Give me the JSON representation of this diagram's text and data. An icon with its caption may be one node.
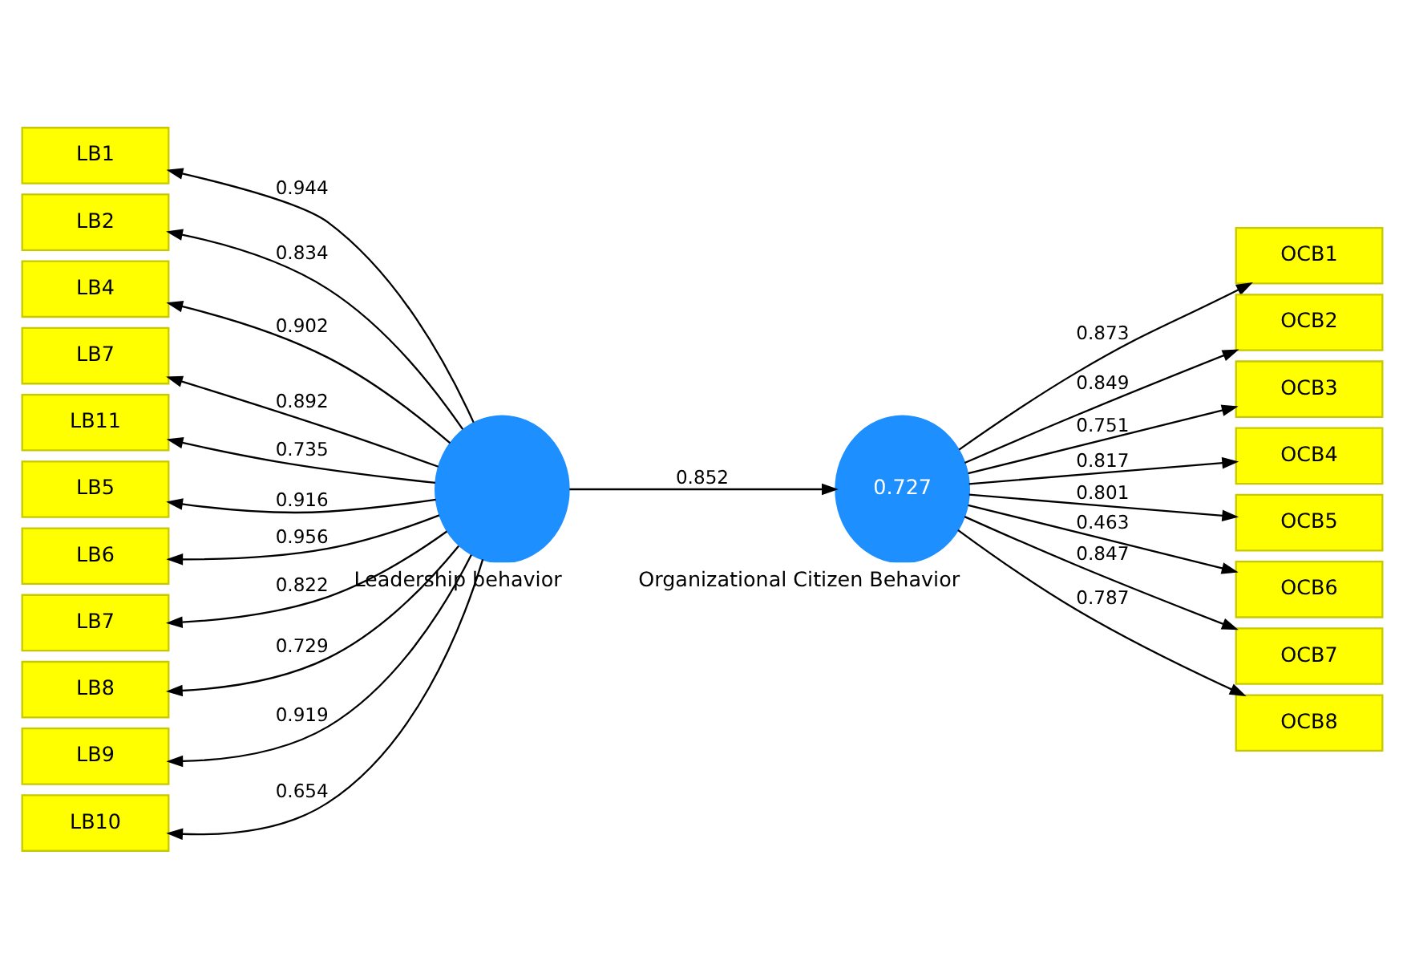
{
  "diagram": {
    "nodes": [
      {
        "text": [
          "Leadership behavior"
        ]
      },
      {
        "text": [
          "LB1"
        ]
      },
      {
        "text": [
          "LB2"
        ]
      },
      {
        "text": [
          "LB4"
        ]
      },
      {
        "text": [
          "LB7"
        ]
      },
      {
        "text": [
          "LB11"
        ]
      },
      {
        "text": [
          "LB5"
        ]
      },
      {
        "text": [
          "LB6"
        ]
      },
      {
        "text": [
          "LB7"
        ]
      },
      {
        "text": [
          "LB8"
        ]
      },
      {
        "text": [
          "LB9"
        ]
      },
      {
        "text": [
          "LB10"
        ]
      },
      {
        "text": [
          "0.727",
          "Organizational Citizen Behavior"
        ]
      },
      {
        "text": [
          "OCB1"
        ]
      },
      {
        "text": [
          "OCB2"
        ]
      },
      {
        "text": [
          "OCB3"
        ]
      },
      {
        "text": [
          "OCB4"
        ]
      },
      {
        "text": [
          "OCB5"
        ]
      },
      {
        "text": [
          "OCB6"
        ]
      },
      {
        "text": [
          "OCB7"
        ]
      },
      {
        "text": [
          "OCB8"
        ]
      }
    ],
    "edges": [
      {
        "from": 0,
        "to": 1,
        "arrow": "to",
        "label": "0.944"
      },
      {
        "from": 0,
        "to": 2,
        "arrow": "to",
        "label": "0.834"
      },
      {
        "from": 0,
        "to": 3,
        "arrow": "to",
        "label": "0.902"
      },
      {
        "from": 0,
        "to": 4,
        "arrow": "to",
        "label": "0.892"
      },
      {
        "from": 0,
        "to": 5,
        "arrow": "to",
        "label": "0.735"
      },
      {
        "from": 0,
        "to": 6,
        "arrow": "to",
        "label": "0.916"
      },
      {
        "from": 0,
        "to": 7,
        "arrow": "to",
        "label": "0.956"
      },
      {
        "from": 0,
        "to": 8,
        "arrow": "to",
        "label": "0.822"
      },
      {
        "from": 0,
        "to": 9,
        "arrow": "to",
        "label": "0.729"
      },
      {
        "from": 0,
        "to": 10,
        "arrow": "to",
        "label": "0.919"
      },
      {
        "from": 0,
        "to": 11,
        "arrow": "to",
        "label": "0.654"
      },
      {
        "from": 0,
        "to": 12,
        "arrow": "to",
        "label": "0.852"
      },
      {
        "from": 12,
        "to": 13,
        "arrow": "to",
        "label": "0.873"
      },
      {
        "from": 12,
        "to": 14,
        "arrow": "to",
        "label": "0.849"
      },
      {
        "from": 12,
        "to": 15,
        "arrow": "to",
        "label": "0.751"
      },
      {
        "from": 12,
        "to": 16,
        "arrow": "to",
        "label": "0.817"
      },
      {
        "from": 12,
        "to": 17,
        "arrow": "to",
        "label": "0.801"
      },
      {
        "from": 12,
        "to": 18,
        "arrow": "to",
        "label": "0.463"
      },
      {
        "from": 12,
        "to": 19,
        "arrow": "to",
        "label": "0.847"
      },
      {
        "from": 12,
        "to": 20,
        "arrow": "to",
        "label": "0.787"
      }
    ]
  }
}
